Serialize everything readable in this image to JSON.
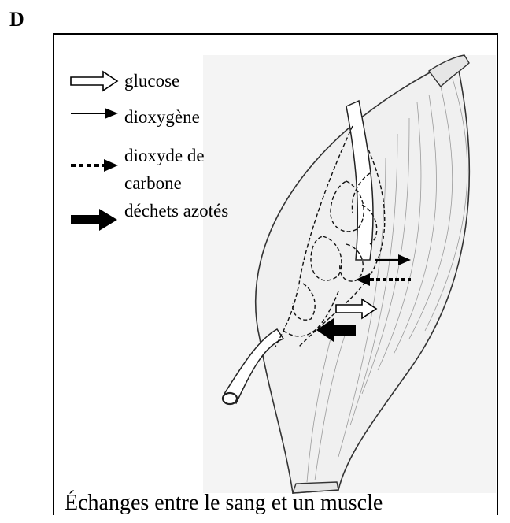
{
  "panel_label": "D",
  "legend": {
    "glucose": "glucose",
    "dioxygen": "dioxygène",
    "co2_line1": "dioxyde de",
    "co2_line2": "carbone",
    "nitrogen_waste": "déchets azotés"
  },
  "caption": "Échanges entre le sang et un muscle",
  "colors": {
    "ink": "#000000",
    "paper": "#ffffff",
    "pencil": "#555555",
    "shade": "#f2f2f2"
  }
}
